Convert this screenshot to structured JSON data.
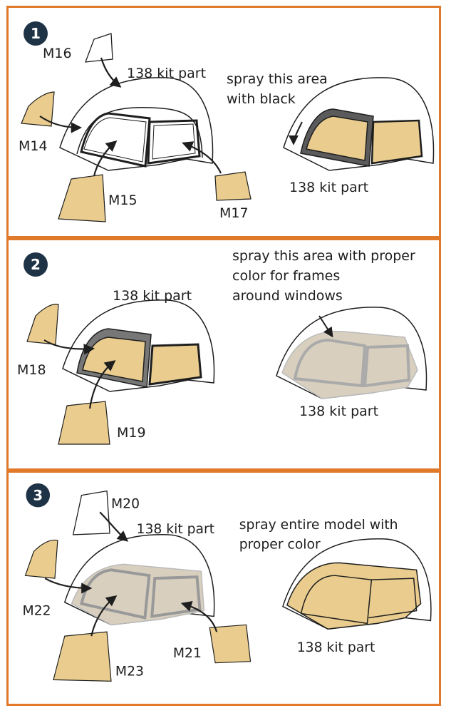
{
  "colors": {
    "border": "#E07A2A",
    "mask": "#E9CC8E",
    "badge": "#1F3347",
    "paint": "#D8CFBF",
    "black": "#1e1e1e"
  },
  "icons": {
    "arrow": "arrow-icon"
  },
  "steps": [
    {
      "number": "1",
      "labels": {
        "top": "M16",
        "left": "M14",
        "bottom": "M15",
        "right": "M17"
      },
      "kit_left": "138 kit part",
      "kit_right": "138 kit part",
      "note_lines": [
        "spray this area",
        "with black"
      ]
    },
    {
      "number": "2",
      "labels": {
        "left": "M18",
        "bottom": "M19"
      },
      "kit_left": "138 kit part",
      "kit_right": "138 kit part",
      "note_lines": [
        "spray this area with proper",
        "color for frames",
        "around windows"
      ]
    },
    {
      "number": "3",
      "labels": {
        "top": "M20",
        "left": "M22",
        "bottom": "M23",
        "right": "M21"
      },
      "kit_left": "138 kit part",
      "kit_right": "138 kit part",
      "note_lines": [
        "spray entire model with",
        "proper color"
      ]
    }
  ]
}
